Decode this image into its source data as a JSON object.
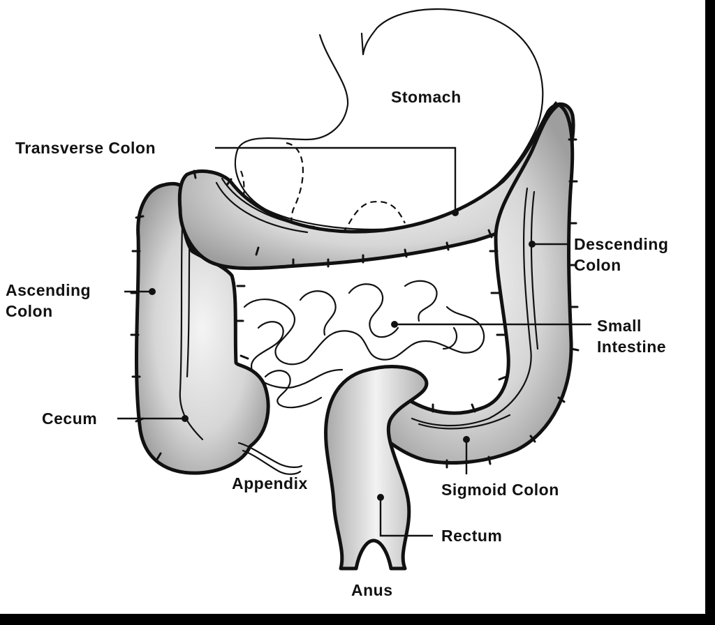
{
  "colors": {
    "outline": "#111111",
    "colon_fill": "#c9c9c9",
    "colon_highlight": "#f2f2f2",
    "background": "#ffffff",
    "border": "#000000"
  },
  "labels": {
    "stomach": "Stomach",
    "transverse_colon": "Transverse Colon",
    "descending_colon": [
      "Descending",
      "Colon"
    ],
    "ascending_colon": [
      "Ascending",
      "Colon"
    ],
    "small_intestine": [
      "Small",
      "Intestine"
    ],
    "cecum": "Cecum",
    "appendix": "Appendix",
    "sigmoid_colon": "Sigmoid Colon",
    "rectum": "Rectum",
    "anus": "Anus"
  }
}
